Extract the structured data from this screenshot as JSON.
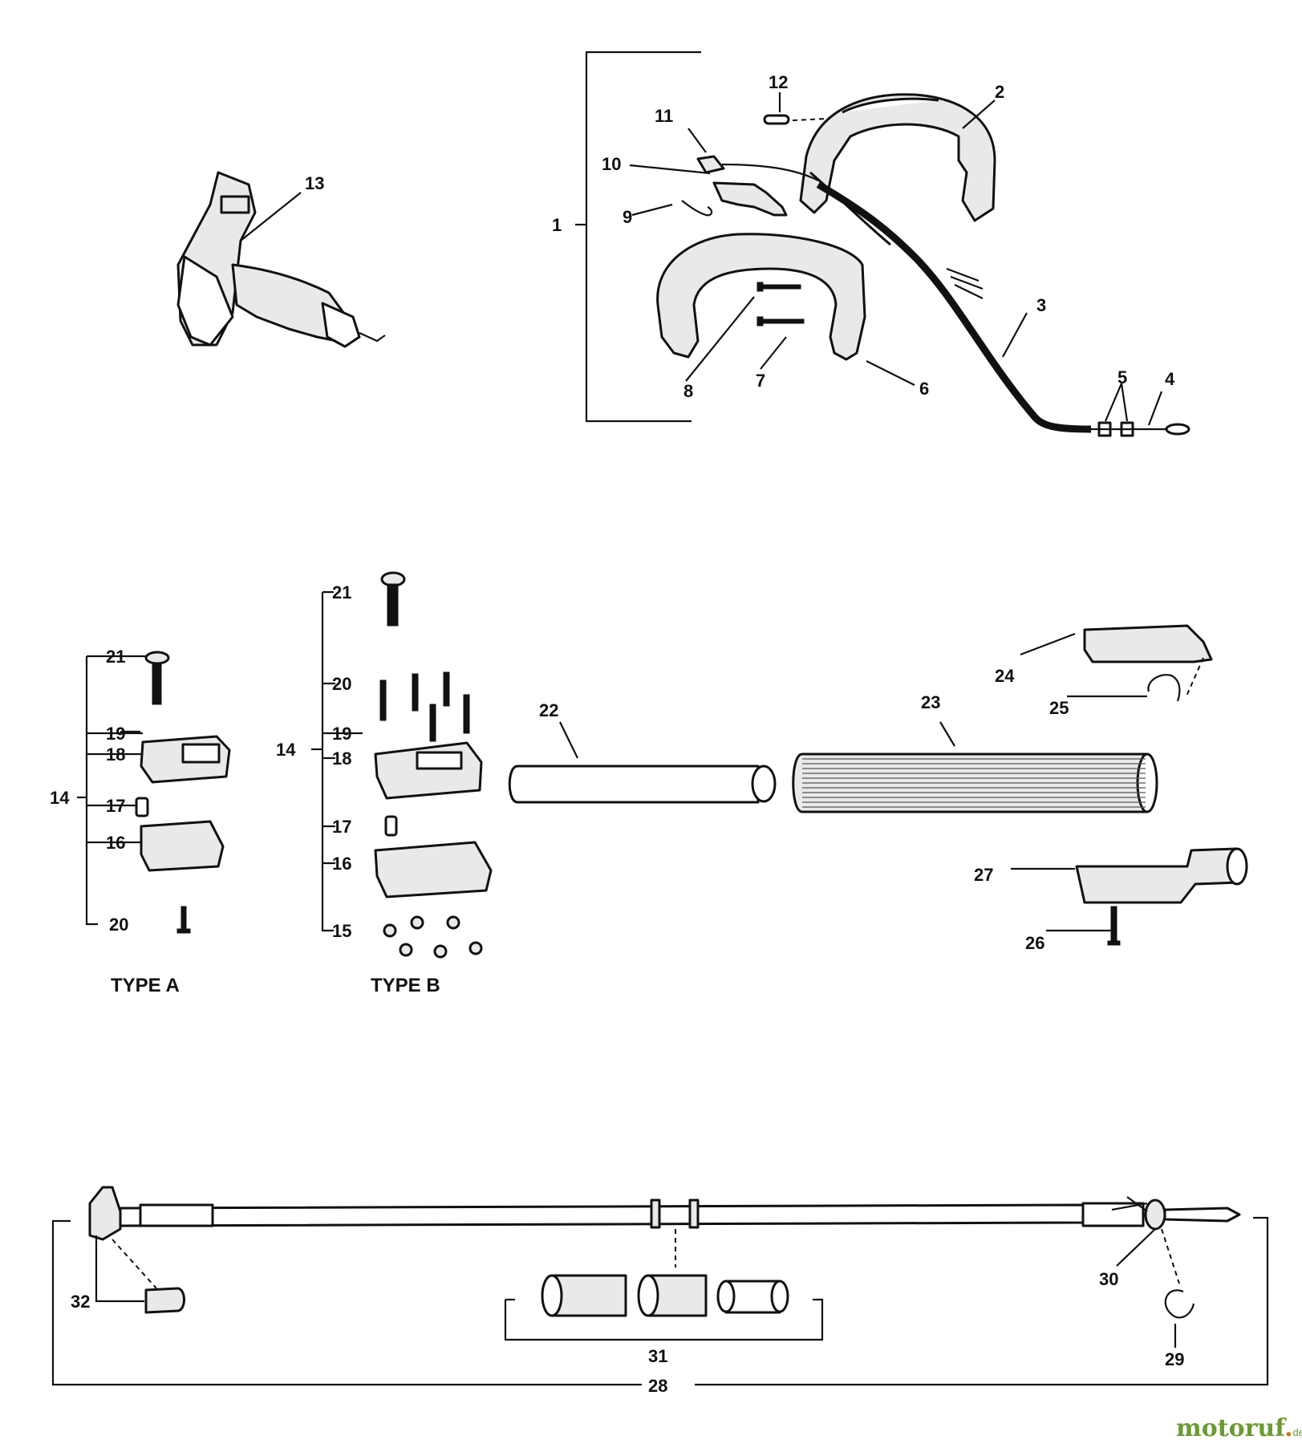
{
  "callouts": {
    "c1": "1",
    "c2": "2",
    "c3": "3",
    "c4": "4",
    "c5": "5",
    "c6": "6",
    "c7": "7",
    "c8": "8",
    "c9": "9",
    "c10": "10",
    "c11": "11",
    "c12": "12",
    "c13": "13",
    "a14": "14",
    "a16": "16",
    "a17": "17",
    "a18": "18",
    "a19": "19",
    "a20": "20",
    "a21": "21",
    "b14": "14",
    "b15": "15",
    "b16": "16",
    "b17": "17",
    "b18": "18",
    "b19": "19",
    "b20": "20",
    "b21": "21",
    "c22": "22",
    "c23": "23",
    "c24": "24",
    "c25": "25",
    "c26": "26",
    "c27": "27",
    "c28": "28",
    "c29": "29",
    "c30": "30",
    "c31": "31",
    "c32": "32"
  },
  "captions": {
    "type_a": "TYPE A",
    "type_b": "TYPE B"
  },
  "watermark": {
    "brand_a": "motoruf",
    "brand_b": ".",
    "tld": "de",
    "colors": {
      "brand": "#6a9a30",
      "dot": "#d9741c"
    }
  }
}
